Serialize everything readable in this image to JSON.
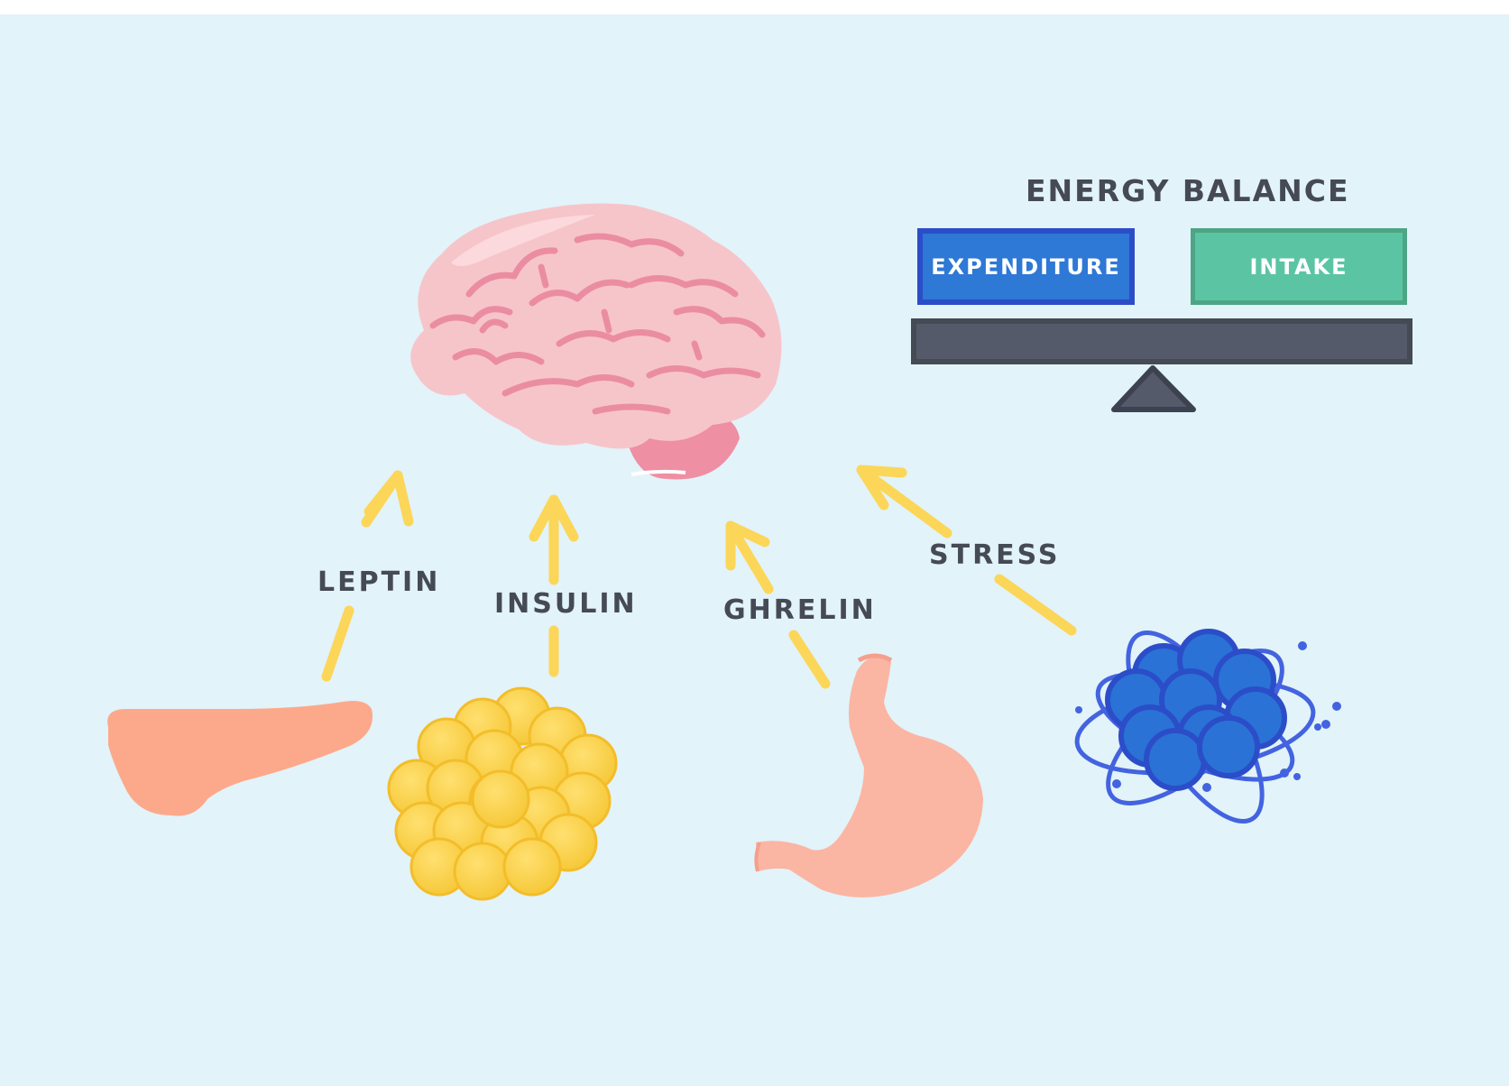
{
  "title": "ENERGY BALANCE",
  "balance": {
    "left_label": "EXPENDITURE",
    "right_label": "INTAKE",
    "colors": {
      "expenditure": "#2e78d6",
      "intake": "#5bc5a3",
      "beam": "#555a6a"
    }
  },
  "signals": [
    {
      "label": "LEPTIN",
      "source": "pancreas-icon"
    },
    {
      "label": "INSULIN",
      "source": "fat-cells-icon"
    },
    {
      "label": "GHRELIN",
      "source": "stomach-icon"
    },
    {
      "label": "STRESS",
      "source": "stress-molecule-icon"
    }
  ],
  "target": "brain-icon",
  "colors": {
    "background": "#e2f3f9",
    "arrow": "#fcd658",
    "text": "#454a55"
  }
}
